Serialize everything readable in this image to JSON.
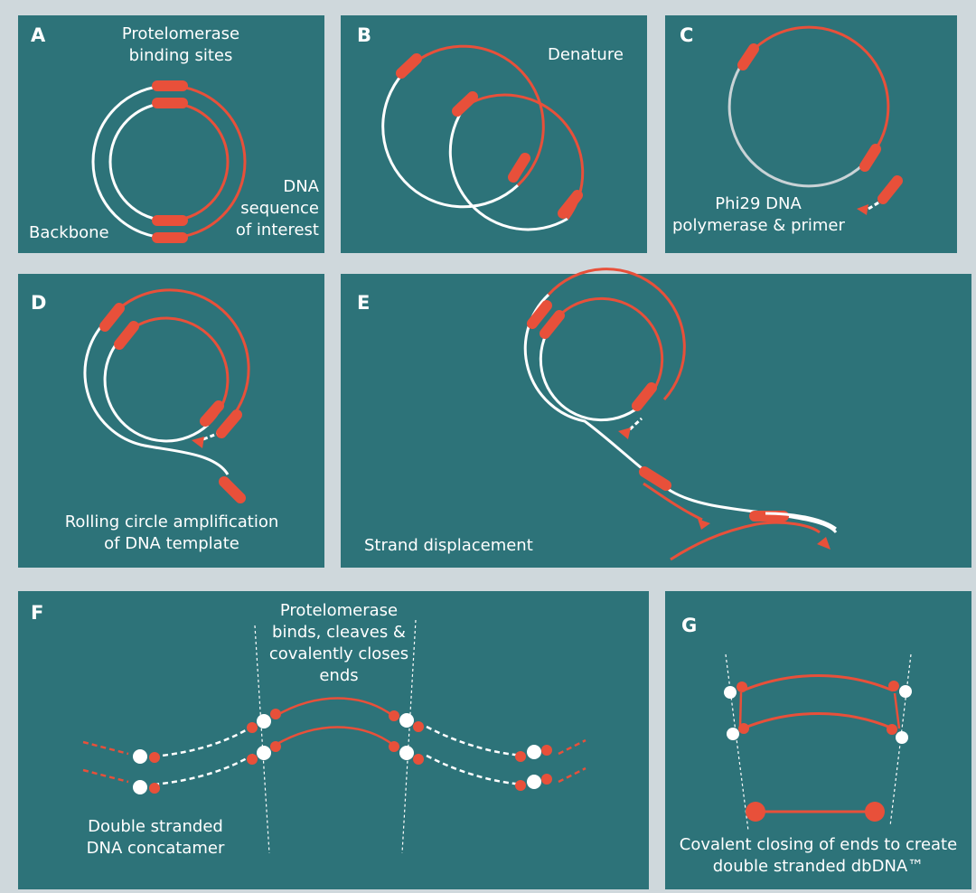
{
  "colors": {
    "background": "#cfd8dc",
    "panel": "#2d7379",
    "strand_white": "#ffffff",
    "strand_red": "#e8503a",
    "strand_grey": "#c9d3d6"
  },
  "panels": {
    "A": {
      "letter": "A",
      "title_line1": "Protelomerase",
      "title_line2": "binding sites",
      "label_dna_1": "DNA",
      "label_dna_2": "sequence",
      "label_dna_3": "of interest",
      "label_backbone": "Backbone"
    },
    "B": {
      "letter": "B",
      "label": "Denature"
    },
    "C": {
      "letter": "C",
      "label_line1": "Phi29 DNA",
      "label_line2": "polymerase & primer"
    },
    "D": {
      "letter": "D",
      "label_line1": "Rolling circle amplification",
      "label_line2": "of DNA template"
    },
    "E": {
      "letter": "E",
      "label": "Strand displacement"
    },
    "F": {
      "letter": "F",
      "top_line1": "Protelomerase",
      "top_line2": "binds, cleaves &",
      "top_line3": "covalently closes",
      "top_line4": "ends",
      "bottom_line1": "Double stranded",
      "bottom_line2": "DNA concatamer"
    },
    "G": {
      "letter": "G",
      "label_line1": "Covalent closing of ends to create",
      "label_line2": "double stranded dbDNA™"
    }
  }
}
